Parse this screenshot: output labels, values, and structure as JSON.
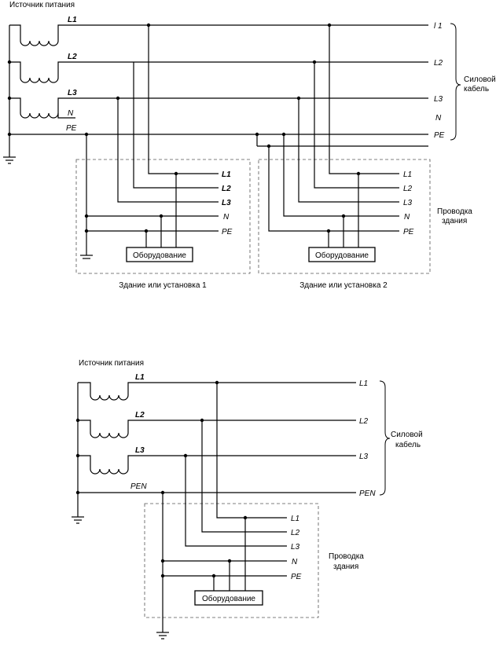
{
  "top": {
    "source_label": "Источник питания",
    "source_lines": [
      "L1",
      "L2",
      "L3",
      "N",
      "PE"
    ],
    "cable_lines": [
      "l 1",
      "L2",
      "L3",
      "N",
      "PE"
    ],
    "cable_label_1": "Силовой",
    "cable_label_2": "кабель",
    "building1_lines": [
      "L1",
      "L2",
      "L3",
      "N",
      "PE"
    ],
    "building2_lines": [
      "L1",
      "L2",
      "L3",
      "N",
      "PE"
    ],
    "equipment_1": "Оборудование",
    "equipment_2": "Оборудование",
    "building_wires_1": "Проводка",
    "building_wires_2": "здания",
    "building1_caption": "Здание или установка 1",
    "building2_caption": "Здание или установка 2"
  },
  "bottom": {
    "source_label": "Источник питания",
    "source_lines": [
      "L1",
      "L2",
      "L3",
      "PEN"
    ],
    "cable_lines": [
      "L1",
      "L2",
      "L3",
      "PEN"
    ],
    "cable_label_1": "Силовой",
    "cable_label_2": "кабель",
    "building_lines": [
      "L1",
      "L2",
      "L3",
      "N",
      "PE"
    ],
    "equipment": "Оборудование",
    "building_wires_1": "Проводка",
    "building_wires_2": "здания"
  }
}
